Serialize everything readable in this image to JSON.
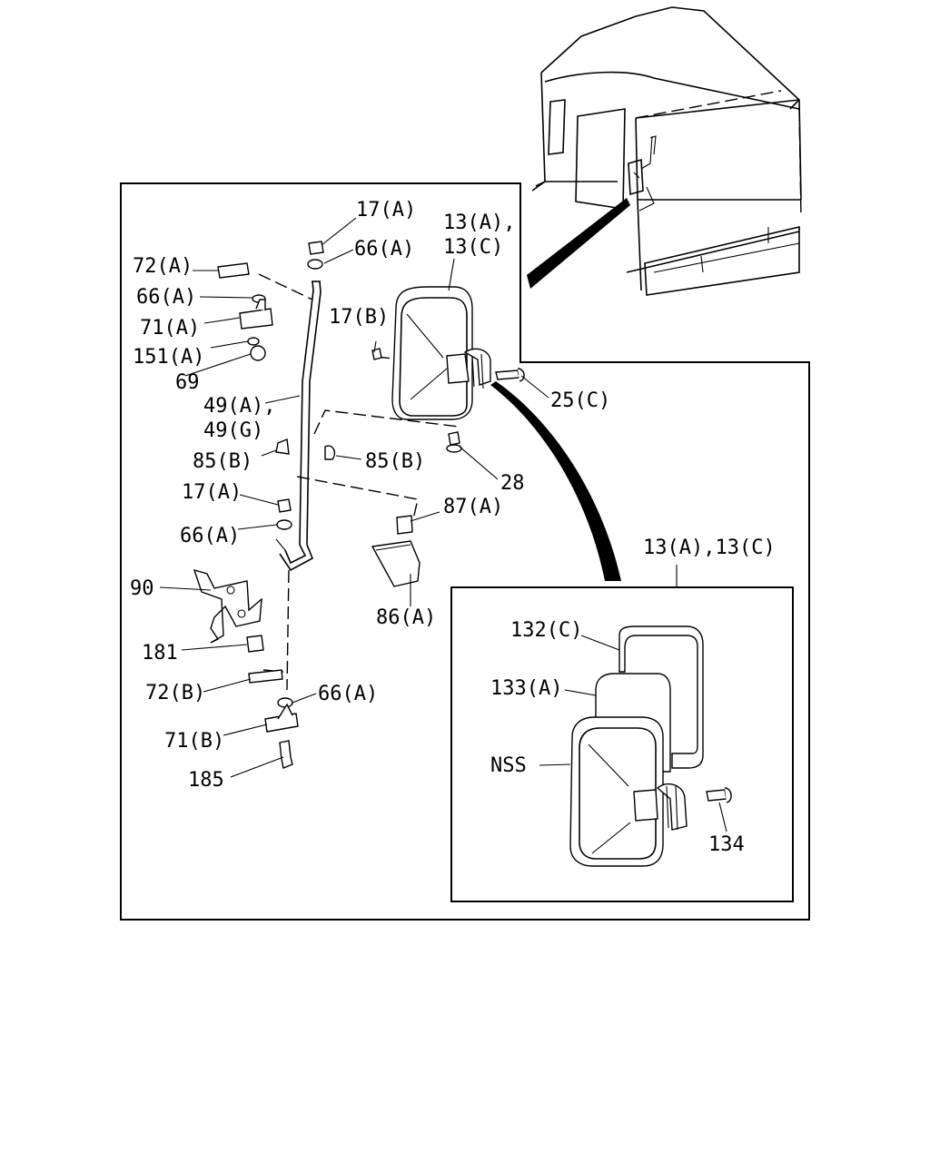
{
  "callouts": {
    "c17a_top": "17(A)",
    "c66a_top": "66(A)",
    "c13ac_line1": "13(A),",
    "c13ac_line2": "13(C)",
    "c72a": "72(A)",
    "c66a_left": "66(A)",
    "c71a": "71(A)",
    "c151a": "151(A)",
    "c69": "69",
    "c17b": "17(B)",
    "c25c": "25(C)",
    "c49a": "49(A),",
    "c49g": "49(G)",
    "c85b_left": "85(B)",
    "c85b_right": "85(B)",
    "c28": "28",
    "c17a_mid": "17(A)",
    "c87a": "87(A)",
    "c66a_mid": "66(A)",
    "c90": "90",
    "c86a": "86(A)",
    "c181": "181",
    "c72b": "72(B)",
    "c66a_low": "66(A)",
    "c71b": "71(B)",
    "c185": "185"
  },
  "inset": {
    "title": "13(A),13(C)",
    "c132c": "132(C)",
    "c133a": "133(A)",
    "nss": "NSS",
    "c134": "134"
  }
}
